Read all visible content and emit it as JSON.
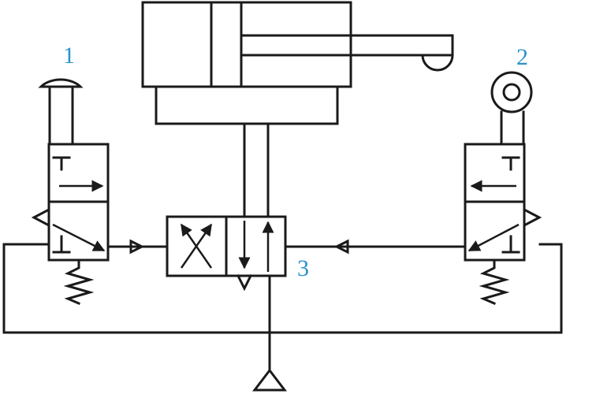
{
  "labels": {
    "valve_left": "1",
    "valve_right": "2",
    "valve_main": "3"
  },
  "colors": {
    "line": "#1a1a1a",
    "label": "#2a93c9",
    "background": "#ffffff"
  },
  "icons": {
    "valve_left_actuator": "push-button-icon",
    "valve_right_actuator": "roller-icon",
    "spring": "spring-icon",
    "pressure_source": "pressure-source-triangle-icon"
  }
}
